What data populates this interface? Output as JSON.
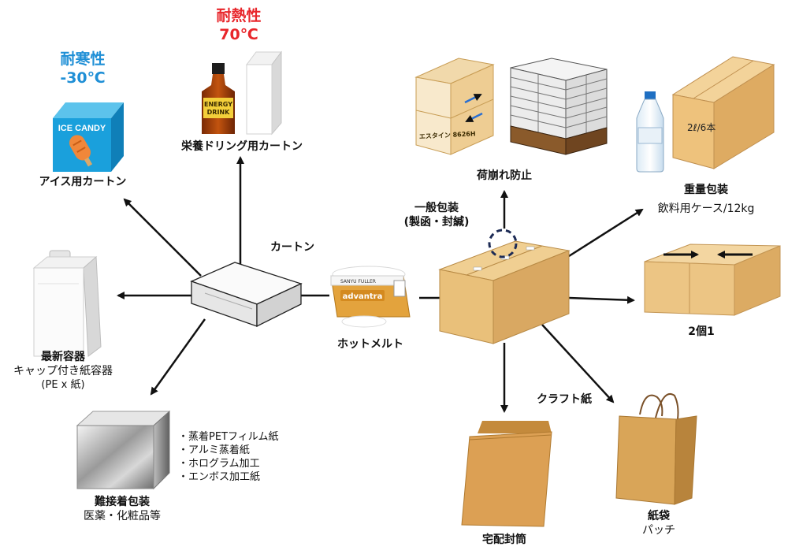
{
  "center": {
    "hotmelt_label": "ホットメルト",
    "general_packaging": {
      "title": "一般包装",
      "sub": "(製函・封緘)"
    }
  },
  "carton": {
    "label": "カートン",
    "ice": {
      "temp_title": "耐寒性",
      "temp_value": "-30℃",
      "box_text": "ICE CANDY",
      "label": "アイス用カートン",
      "accent": "#1aa0dc"
    },
    "energy": {
      "temp_title": "耐熱性",
      "temp_value": "70℃",
      "bottle_text_1": "ENERGY",
      "bottle_text_2": "DRINK",
      "label": "栄養ドリング用カートン"
    },
    "cap_container": {
      "title": "最新容器",
      "sub1": "キャップ付き紙容器",
      "sub2": "(PE x 紙)"
    },
    "hard_bond": {
      "title": "難接着包装",
      "sub": "医薬・化粧品等",
      "bullets": [
        "・蒸着PETフィルム紙",
        "・アルミ蒸着紙",
        "・ホログラム加工",
        "・エンボス加工紙"
      ]
    }
  },
  "product_bag": {
    "brand": "SANYU FULLER",
    "name": "advantra"
  },
  "general": {
    "anti_collapse": {
      "label": "荷崩れ防止",
      "box_text": "エスタイン 8626H"
    },
    "heavy": {
      "title": "重量包装",
      "sub": "飲料用ケース/12kg",
      "box_text": "2ℓ/6本"
    },
    "two_in_one": {
      "label": "2個1"
    },
    "kraft": {
      "label": "クラフト紙",
      "envelope": {
        "label": "宅配封筒"
      },
      "paper_bag": {
        "title": "紙袋",
        "sub": "パッチ"
      }
    }
  },
  "colors": {
    "hot": "#e8262b",
    "cold": "#1f8fd6",
    "cardboard": "#e9c27e",
    "cardboard_dark": "#c99a55",
    "kraft": "#dca054"
  }
}
